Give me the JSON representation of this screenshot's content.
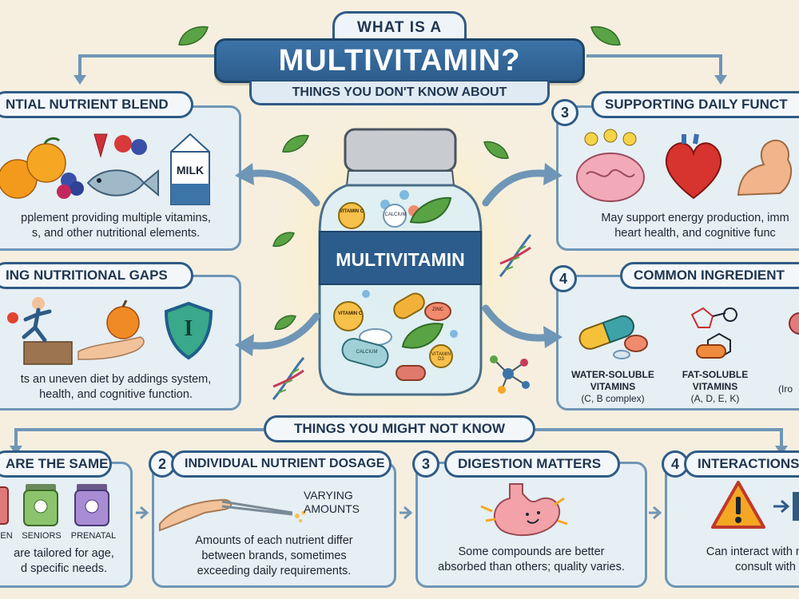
{
  "title": {
    "top": "WHAT IS A",
    "main": "MULTIVITAMIN?",
    "sub": "THINGS YOU DON'T KNOW ABOUT"
  },
  "jar": {
    "label": "MULTIVITAMIN",
    "pill_labels": [
      "VITAMIN C",
      "CALCIUM",
      "VITAMIN C",
      "ZINC",
      "CALCIUM",
      "VITAMIN D3"
    ]
  },
  "panels": {
    "blend": {
      "title": "NTIAL NUTRIENT BLEND",
      "milk_label": "MILK",
      "text_1": "pplement providing multiple vitamins,",
      "text_2": "s, and other nutritional elements."
    },
    "gaps": {
      "title": "ING NUTRITIONAL GAPS",
      "shield_letter": "I",
      "text_1": "ts an uneven diet by addings system,",
      "text_2": "health, and cognitive function."
    },
    "functions": {
      "number": "3",
      "title": "SUPPORTING DAILY FUNCT",
      "text_1": "May support energy production, imm",
      "text_2": "heart health, and cognitive func"
    },
    "ingredients": {
      "number": "4",
      "title": "COMMON INGREDIENT",
      "water_1": "WATER-SOLUBLE",
      "water_2": "VITAMINS",
      "water_3": "(C, B complex)",
      "fat_1": "FAT-SOLUBLE",
      "fat_2": "VITAMINS",
      "fat_3": "(A, D, E, K)",
      "iron": "(Iro"
    }
  },
  "divider": "THINGS YOU MIGHT NOT KNOW",
  "bottom": {
    "same": {
      "title": "ARE THE SAME",
      "labels": [
        "EN",
        "SENIORS",
        "PRENATAL"
      ],
      "text_1": "are tailored for age,",
      "text_2": "d specific needs."
    },
    "dosage": {
      "number": "2",
      "title": "INDIVIDUAL NUTRIENT DOSAGE",
      "callout_1": "VARYING",
      "callout_2": "AMOUNTS",
      "text_1": "Amounts of each nutrient differ",
      "text_2": "between brands, sometimes",
      "text_3": "exceeding daily requirements."
    },
    "digestion": {
      "number": "3",
      "title": "DIGESTION MATTERS",
      "text_1": "Some compounds are better",
      "text_2": "absorbed than others; quality varies."
    },
    "interactions": {
      "number": "4",
      "title": "INTERACTIONS &",
      "text_1": "Can interact with m",
      "text_2": "consult with a"
    }
  },
  "colors": {
    "navy": "#1f3550",
    "banner_blue": "#2e5b86",
    "panel_bg": "#e6eff4",
    "page_bg": "#f6efe0",
    "leaf_green": "#5aa344"
  }
}
